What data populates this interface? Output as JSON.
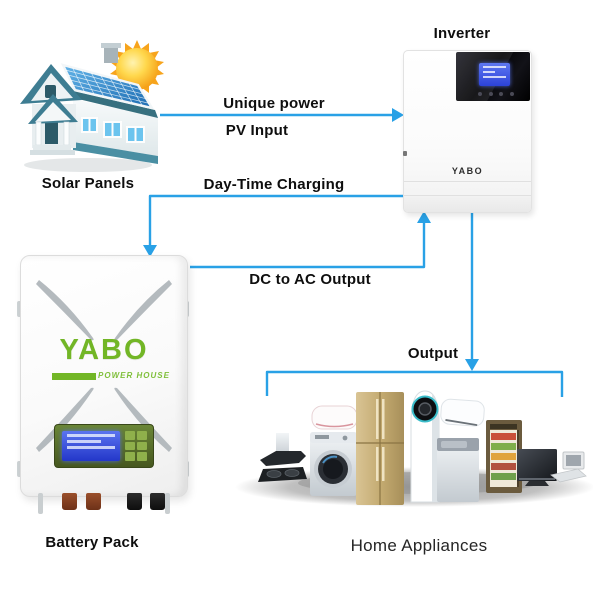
{
  "diagram": {
    "nodes": {
      "solar_panels": {
        "label": "Solar Panels"
      },
      "inverter": {
        "label": "Inverter",
        "brand": "YABO"
      },
      "battery": {
        "label": "Battery Pack",
        "brand": "YABO",
        "tagline": "POWER HOUSE"
      },
      "appliances": {
        "label": "Home Appliances"
      }
    },
    "connections": [
      {
        "id": "pv-input",
        "from": "solar_panels",
        "to": "inverter",
        "labels": [
          "Unique power",
          "PV Input"
        ]
      },
      {
        "id": "day-time-charging",
        "from": "inverter",
        "to": "battery",
        "labels": [
          "Day-Time Charging"
        ]
      },
      {
        "id": "dc-to-ac-output",
        "from": "battery",
        "to": "inverter",
        "labels": [
          "DC to AC Output"
        ]
      },
      {
        "id": "output",
        "from": "inverter",
        "to": "appliances",
        "labels": [
          "Output"
        ]
      }
    ],
    "colors": {
      "arrow_blue": "#29a1e6",
      "brand_green": "#72b626",
      "label_text": "#0e0e0e",
      "roof_teal": "#3e7d92",
      "panel_blue": "#2e86c8",
      "lcd_blue": "#3a50d8"
    }
  }
}
